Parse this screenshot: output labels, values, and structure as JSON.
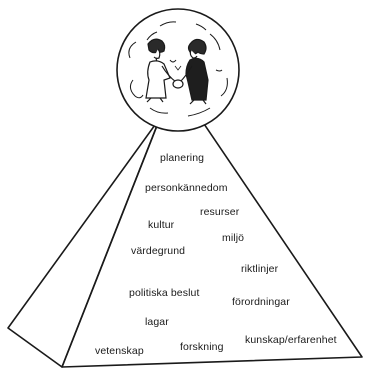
{
  "diagram": {
    "colors": {
      "line": "#1a1a1a",
      "background": "#ffffff",
      "text": "#1a1a1a"
    },
    "globe": {
      "figures": [
        "person-left-icon",
        "person-right-icon"
      ],
      "symbol": "handshake"
    },
    "pyramid_words": [
      {
        "id": "planering",
        "text": "planering"
      },
      {
        "id": "personkannedom",
        "text": "personkännedom"
      },
      {
        "id": "resurser",
        "text": "resurser"
      },
      {
        "id": "kultur",
        "text": "kultur"
      },
      {
        "id": "miljo",
        "text": "miljö"
      },
      {
        "id": "vardegrund",
        "text": "värdegrund"
      },
      {
        "id": "riktlinjer",
        "text": "riktlinjer"
      },
      {
        "id": "politiska-beslut",
        "text": "politiska beslut"
      },
      {
        "id": "forordningar",
        "text": "förordningar"
      },
      {
        "id": "lagar",
        "text": "lagar"
      },
      {
        "id": "vetenskap",
        "text": "vetenskap"
      },
      {
        "id": "forskning",
        "text": "forskning"
      },
      {
        "id": "kunskap-erfarenhet",
        "text": "kunskap/erfarenhet"
      }
    ]
  }
}
